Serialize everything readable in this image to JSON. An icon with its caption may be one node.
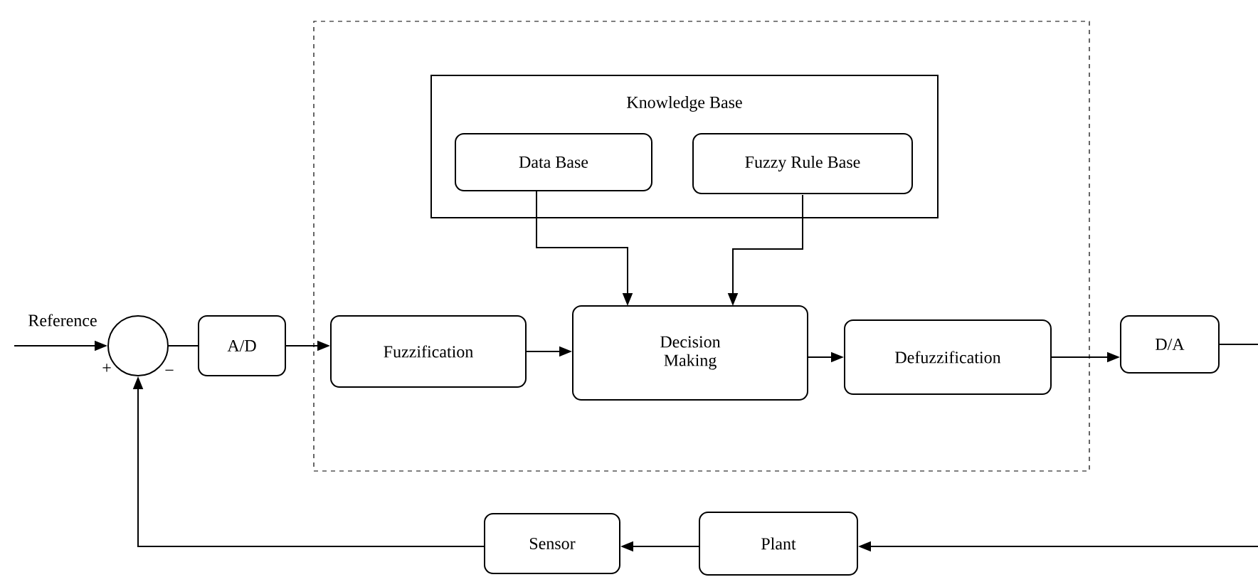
{
  "diagram": {
    "nodes": [
      {
        "text": [],
        "shape": "box"
      },
      {
        "text": [
          "Knowledge Base"
        ],
        "in": 0
      },
      {
        "text": [
          "Data Base"
        ],
        "in": 1
      },
      {
        "text": [
          "Fuzzy Rule Base"
        ],
        "in": 1
      },
      {
        "text": [],
        "shape": "circle",
        "beside": [
          "+",
          "−"
        ]
      },
      {
        "text": [
          "A/D"
        ]
      },
      {
        "text": [
          "Fuzzification"
        ],
        "in": 0
      },
      {
        "text": [
          "Decision Making"
        ],
        "in": 0
      },
      {
        "text": [
          "Defuzzification"
        ],
        "in": 0
      },
      {
        "text": [
          "D/A"
        ]
      },
      {
        "text": [
          "Sensor"
        ]
      },
      {
        "text": [
          "Plant"
        ]
      }
    ],
    "edges": [
      {
        "from": null,
        "to": 4,
        "arrow": "to",
        "label": "Reference"
      },
      {
        "from": 4,
        "to": 5,
        "arrow": "none"
      },
      {
        "from": 5,
        "to": 6,
        "arrow": "to"
      },
      {
        "from": 2,
        "to": 7,
        "arrow": "to"
      },
      {
        "from": 3,
        "to": 7,
        "arrow": "to"
      },
      {
        "from": 6,
        "to": 7,
        "arrow": "to"
      },
      {
        "from": 7,
        "to": 8,
        "arrow": "to"
      },
      {
        "from": 8,
        "to": 9,
        "arrow": "to"
      },
      {
        "from": 9,
        "to": null,
        "arrow": "none"
      },
      {
        "from": null,
        "to": 11,
        "arrow": "to"
      },
      {
        "from": 11,
        "to": 10,
        "arrow": "to"
      },
      {
        "from": 10,
        "to": 4,
        "arrow": "to"
      }
    ]
  }
}
